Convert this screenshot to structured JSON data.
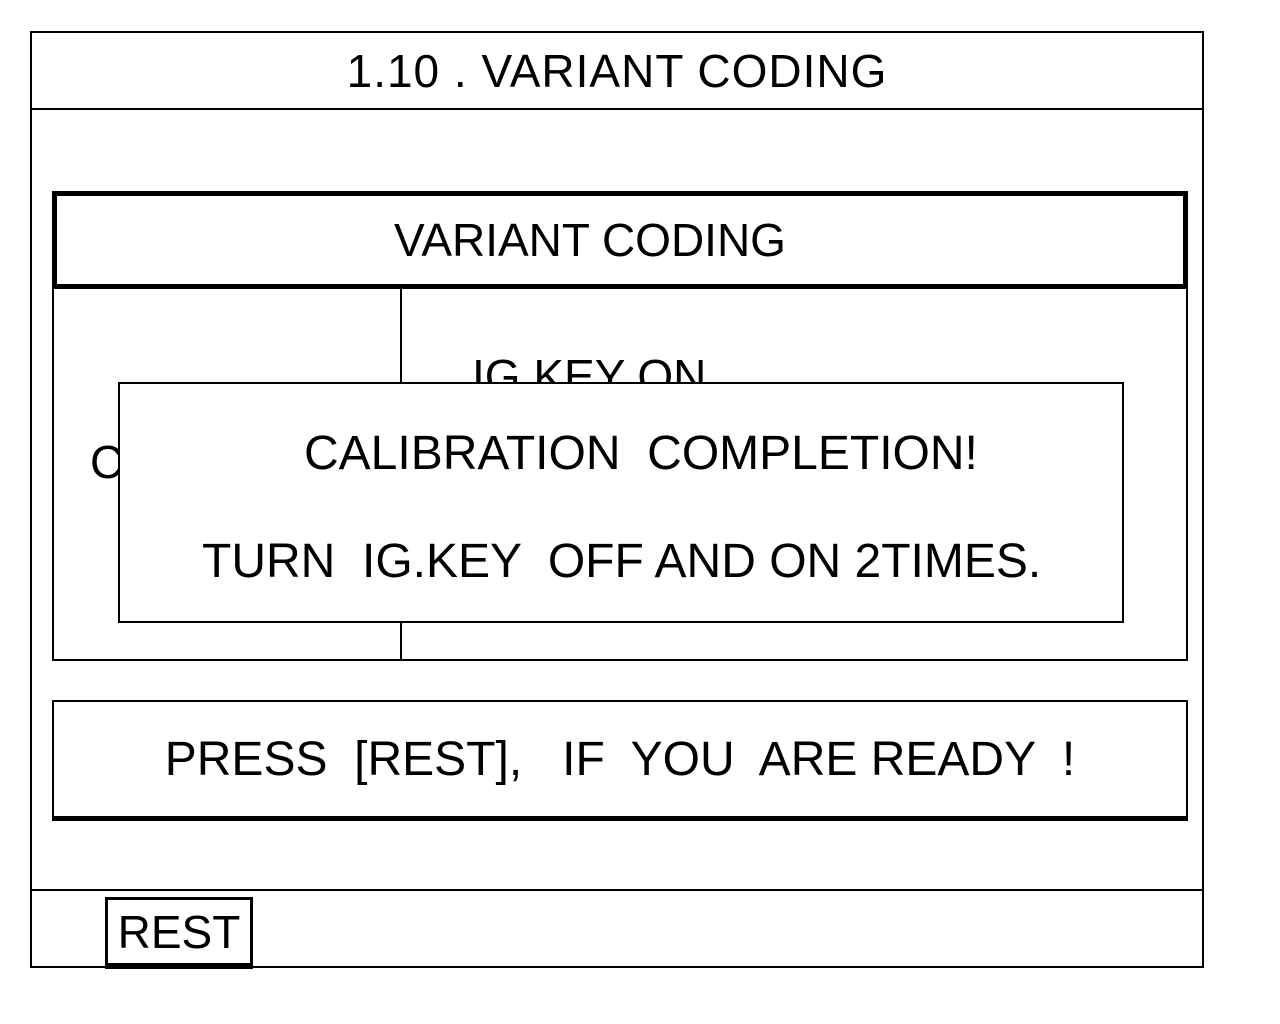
{
  "screen": {
    "title": "1.10  .  VARIANT  CODING"
  },
  "panel": {
    "header": "VARIANT  CODING",
    "left_cell_text": "C",
    "right_cell_text": "IG  KEY  ON"
  },
  "dialog": {
    "line1": "CALIBRATION  COMPLETION!",
    "line2": "TURN  IG.KEY  OFF AND ON 2TIMES."
  },
  "prompt": {
    "text": "PRESS  [REST],   IF  YOU  ARE READY  !"
  },
  "footer": {
    "rest_label": "REST"
  }
}
